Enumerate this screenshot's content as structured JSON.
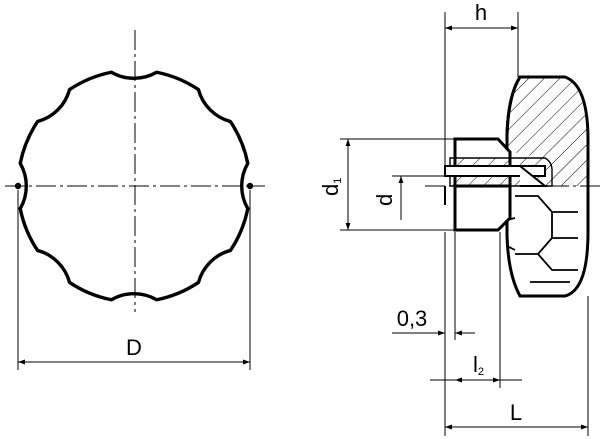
{
  "labels": {
    "D": "D",
    "h": "h",
    "d1_main": "d",
    "d1_sub": "1",
    "d": "d",
    "offset": "0,3",
    "l2_main": "l",
    "l2_sub": "2",
    "L": "L"
  }
}
